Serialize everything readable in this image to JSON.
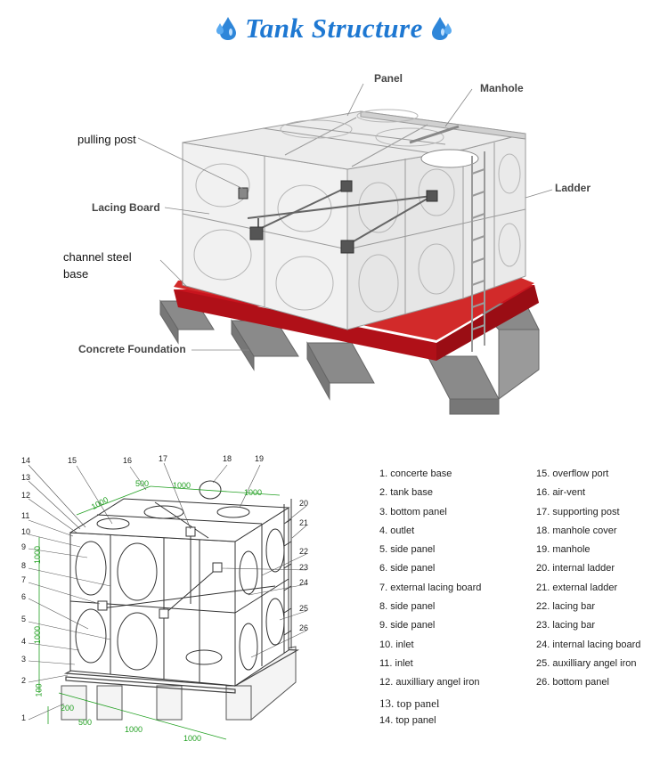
{
  "title": "Tank Structure",
  "colors": {
    "title": "#1e78d2",
    "base": "#c8141e",
    "dimension": "#22a022"
  },
  "icons": {
    "title_left": "water-drop-icon",
    "title_right": "water-drop-icon"
  },
  "top_callouts": {
    "panel": "Panel",
    "manhole": "Manhole",
    "pulling_post": "pulling post",
    "lacing_board": "Lacing Board",
    "ladder": "Ladder",
    "channel_steel_base_1": "channel steel",
    "channel_steel_base_2": "base",
    "concrete_foundation": "Concrete Foundation"
  },
  "bottom_numbers": [
    "1",
    "2",
    "3",
    "4",
    "5",
    "6",
    "7",
    "8",
    "9",
    "10",
    "11",
    "12",
    "13",
    "14",
    "15",
    "16",
    "17",
    "18",
    "19",
    "20",
    "21",
    "22",
    "23",
    "24",
    "25",
    "26"
  ],
  "dimensions": {
    "d1000a": "1000",
    "d1000b": "1000",
    "d500a": "500",
    "d500b": "500",
    "d1000c": "1000",
    "d1000d": "1000",
    "d1000e": "1000",
    "d1000f": "1000",
    "d200": "200",
    "d100": "100"
  },
  "legend": {
    "col1": [
      "1. concerte base",
      "2. tank base",
      "3. bottom panel",
      "4. outlet",
      "5. side panel",
      "6. side panel",
      "7. external lacing board",
      "8. side panel",
      "9. side panel",
      "10. inlet",
      "11. inlet",
      "12. auxilliary angel iron",
      "13. top panel",
      "14. top panel"
    ],
    "col2": [
      "15. overflow port",
      "16. air-vent",
      "17. supporting post",
      "18. manhole cover",
      "19. manhole",
      "20. internal ladder",
      "21. external ladder",
      "22. lacing bar",
      "23. lacing bar",
      "24. internal lacing board",
      "25. auxilliary angel iron",
      "26. bottom panel"
    ]
  }
}
